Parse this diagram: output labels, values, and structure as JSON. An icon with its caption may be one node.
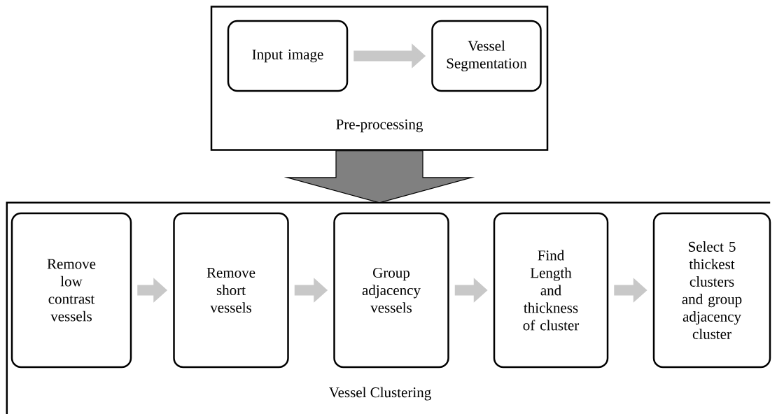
{
  "diagram": {
    "nodes": [
      {
        "text": [
          "Pre-processing"
        ]
      },
      {
        "text": [
          "Input image"
        ],
        "in": 0
      },
      {
        "text": [
          "Vessel Segmentation"
        ],
        "in": 0
      },
      {
        "text": [
          "Vessel Clustering"
        ]
      },
      {
        "text": [
          "Remove low contrast vessels"
        ],
        "in": 3
      },
      {
        "text": [
          "Remove short vessels"
        ],
        "in": 3
      },
      {
        "text": [
          "Group adjacency vessels"
        ],
        "in": 3
      },
      {
        "text": [
          "Find Length and thickness of cluster"
        ],
        "in": 3
      },
      {
        "text": [
          "Select 5 thickest clusters and group adjacency cluster"
        ],
        "in": 3
      }
    ],
    "edges": [
      {
        "from": 1,
        "to": 2,
        "arrow": "to"
      },
      {
        "from": 0,
        "to": 3,
        "arrow": "to",
        "style": "thick",
        "color": "#808080"
      },
      {
        "from": 4,
        "to": 5,
        "arrow": "to"
      },
      {
        "from": 5,
        "to": 6,
        "arrow": "to"
      },
      {
        "from": 6,
        "to": 7,
        "arrow": "to"
      },
      {
        "from": 7,
        "to": 8,
        "arrow": "to"
      }
    ]
  }
}
